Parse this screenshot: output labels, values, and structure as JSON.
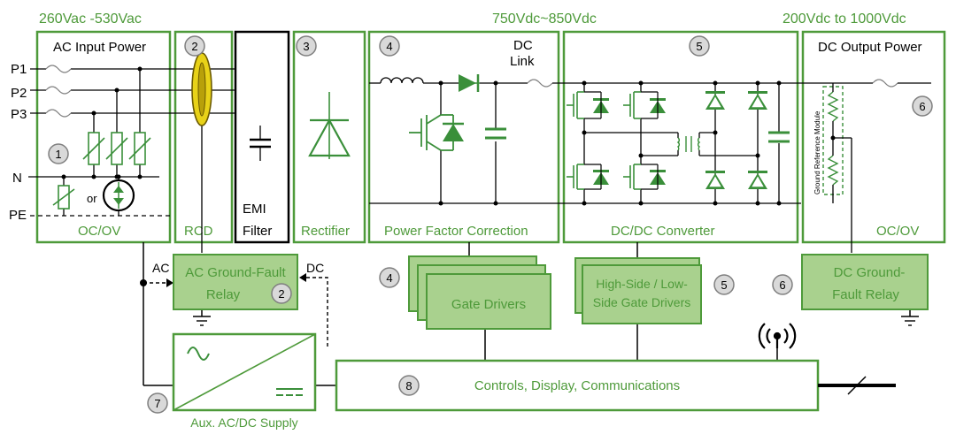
{
  "colors": {
    "green": "#4e9a3a",
    "component_green": "#3a8f3a",
    "box_fill": "#a9d18e",
    "badge_fill": "#d9d9d9",
    "badge_stroke": "#7f7f7f",
    "yellow": "#e8d218"
  },
  "voltage_labels": {
    "input": "260Vac -530Vac",
    "dc_link": "750Vdc~850Vdc",
    "output": "200Vdc to 1000Vdc"
  },
  "stages": {
    "ac_input": {
      "title": "AC Input Power",
      "footer": "OC/OV",
      "badge": "1",
      "or_label": "or"
    },
    "rcd": {
      "badge": "2",
      "footer": "RCD"
    },
    "emi": {
      "line1": "EMI",
      "line2": "Filter"
    },
    "rectifier": {
      "badge": "3",
      "footer": "Rectifier"
    },
    "pfc": {
      "badge": "4",
      "footer": "Power Factor Correction",
      "dc_link_line1": "DC",
      "dc_link_line2": "Link"
    },
    "dcdc": {
      "badge": "5",
      "footer": "DC/DC Converter"
    },
    "dc_output": {
      "title": "DC Output Power",
      "footer": "OC/OV",
      "badge": "6",
      "ground_ref": "Ground Reference Module"
    }
  },
  "phase_labels": [
    "P1",
    "P2",
    "P3",
    "N",
    "PE"
  ],
  "relays": {
    "ac_gf": {
      "line1": "AC Ground-Fault",
      "line2": "Relay",
      "badge": "2",
      "ac_label": "AC",
      "dc_label": "DC"
    },
    "dc_gf": {
      "line1": "DC Ground-",
      "line2": "Fault Relay",
      "badge": "6"
    }
  },
  "gate_drivers": {
    "label": "Gate Drivers",
    "badge": "4"
  },
  "hs_ls_drivers": {
    "line1": "High-Side / Low-",
    "line2": "Side Gate Drivers",
    "badge": "5"
  },
  "controls": {
    "label": "Controls, Display, Communications",
    "badge": "8"
  },
  "aux_supply": {
    "label": "Aux. AC/DC Supply",
    "badge": "7"
  },
  "icons": [
    "antenna-icon",
    "ground-icon",
    "sine-wave-icon",
    "dc-symbol-icon"
  ]
}
